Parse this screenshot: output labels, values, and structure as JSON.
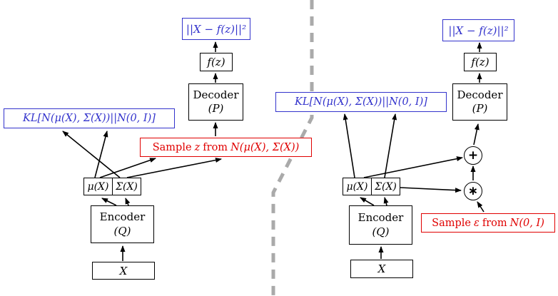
{
  "colors": {
    "math_blue": "#3333cc",
    "alert_red": "#e00000",
    "line_black": "#000000",
    "divider_gray": "#aaaaaa"
  },
  "left": {
    "recon_loss": "||X − f(z)||²",
    "fz": "f(z)",
    "decoder_title": "Decoder",
    "decoder_sub": "(P)",
    "kl": "KL[N(μ(X), Σ(X))||N(0, I)]",
    "sample_word1": "Sample",
    "sample_var": "z",
    "sample_word2": "from",
    "sample_dist": "N(μ(X), Σ(X))",
    "mu": "μ(X)",
    "sigma": "Σ(X)",
    "encoder_title": "Encoder",
    "encoder_sub": "(Q)",
    "input": "X"
  },
  "right": {
    "recon_loss": "||X − f(z)||²",
    "fz": "f(z)",
    "decoder_title": "Decoder",
    "decoder_sub": "(P)",
    "kl": "KL[N(μ(X), Σ(X))||N(0, I)]",
    "sample_word1": "Sample",
    "sample_var": "ε",
    "sample_word2": "from",
    "sample_dist": "N(0, I)",
    "mu": "μ(X)",
    "sigma": "Σ(X)",
    "encoder_title": "Encoder",
    "encoder_sub": "(Q)",
    "input": "X",
    "add_op": "+",
    "mult_op": "∗"
  }
}
